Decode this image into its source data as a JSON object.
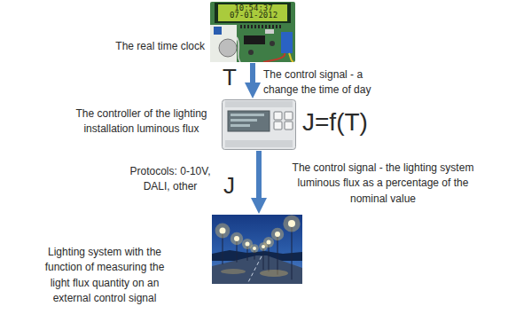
{
  "diagram": {
    "nodes": [
      {
        "text": [
          "The real time clock"
        ]
      },
      {
        "text": [
          "The controller of the lighting installation luminous flux"
        ]
      },
      {
        "text": [
          "Lighting system with the function of measuring the light flux quantity on an external control signal"
        ]
      }
    ],
    "edges": [
      {
        "from": 0,
        "to": 1,
        "arrow": "to"
      },
      {
        "from": 1,
        "to": 2,
        "arrow": "to"
      }
    ],
    "labels": [
      "10:54:37",
      "07-01-2012",
      "T",
      "The control signal - a change the time of day",
      "J=f(T)",
      "Protocols: 0-10V, DALI, other",
      "J",
      "The control signal - the lighting system luminous flux as a percentage of the nominal value"
    ]
  }
}
